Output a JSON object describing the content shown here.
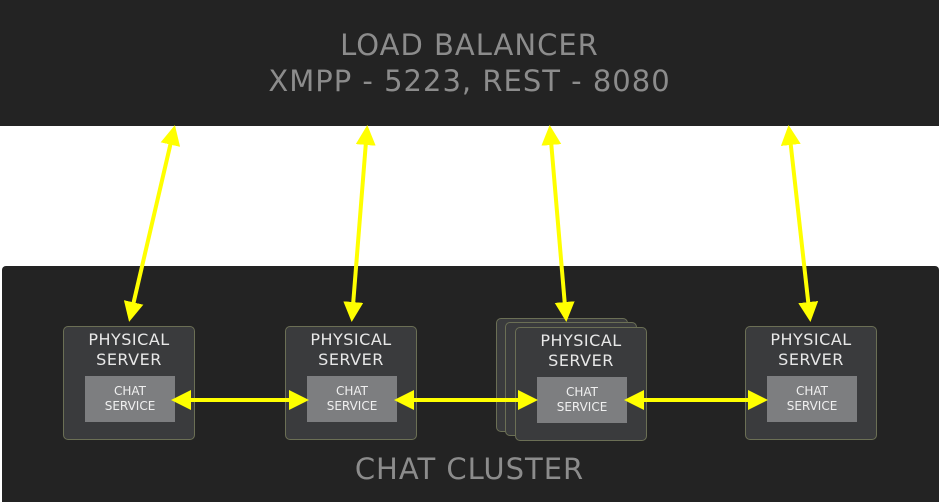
{
  "load_balancer": {
    "line1": "LOAD BALANCER",
    "line2": "XMPP - 5223, REST - 8080"
  },
  "cluster": {
    "label": "CHAT CLUSTER"
  },
  "servers": [
    {
      "title_line1": "PHYSICAL",
      "title_line2": "SERVER",
      "service_line1": "CHAT",
      "service_line2": "SERVICE"
    },
    {
      "title_line1": "PHYSICAL",
      "title_line2": "SERVER",
      "service_line1": "CHAT",
      "service_line2": "SERVICE"
    },
    {
      "title_line1": "PHYSICAL",
      "title_line2": "SERVER",
      "service_line1": "CHAT",
      "service_line2": "SERVICE"
    },
    {
      "title_line1": "PHYSICAL",
      "title_line2": "SERVER",
      "service_line1": "CHAT",
      "service_line2": "SERVICE"
    }
  ],
  "colors": {
    "arrow": "#ffff00",
    "panel": "#232323",
    "server": "#3a3b3d",
    "service": "#7d7e80"
  }
}
